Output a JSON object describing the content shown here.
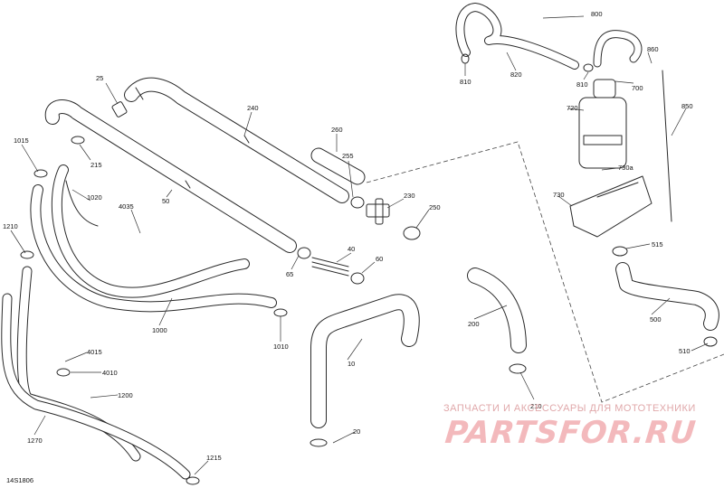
{
  "sheet_id": "14S1806",
  "watermark": {
    "tagline": "ЗАПЧАСТИ И АКСЕССУАРЫ ДЛЯ МОТОТЕХНИКИ",
    "logo": "PARTSFOR.RU"
  },
  "callouts": [
    {
      "id": "25",
      "label": "25"
    },
    {
      "id": "240",
      "label": "240"
    },
    {
      "id": "260",
      "label": "260"
    },
    {
      "id": "1015",
      "label": "1015"
    },
    {
      "id": "215",
      "label": "215"
    },
    {
      "id": "255",
      "label": "255"
    },
    {
      "id": "230",
      "label": "230"
    },
    {
      "id": "1020",
      "label": "1020"
    },
    {
      "id": "4035",
      "label": "4035"
    },
    {
      "id": "50",
      "label": "50"
    },
    {
      "id": "250",
      "label": "250"
    },
    {
      "id": "1210",
      "label": "1210"
    },
    {
      "id": "40",
      "label": "40"
    },
    {
      "id": "65",
      "label": "65"
    },
    {
      "id": "60",
      "label": "60"
    },
    {
      "id": "1000",
      "label": "1000"
    },
    {
      "id": "1010",
      "label": "1010"
    },
    {
      "id": "4015",
      "label": "4015"
    },
    {
      "id": "4010",
      "label": "4010"
    },
    {
      "id": "10",
      "label": "10"
    },
    {
      "id": "1200",
      "label": "1200"
    },
    {
      "id": "1270",
      "label": "1270"
    },
    {
      "id": "1215",
      "label": "1215"
    },
    {
      "id": "20",
      "label": "20"
    },
    {
      "id": "800",
      "label": "800"
    },
    {
      "id": "820",
      "label": "820"
    },
    {
      "id": "810a",
      "label": "810"
    },
    {
      "id": "810b",
      "label": "810"
    },
    {
      "id": "860",
      "label": "860"
    },
    {
      "id": "700",
      "label": "700"
    },
    {
      "id": "720",
      "label": "720"
    },
    {
      "id": "850",
      "label": "850"
    },
    {
      "id": "730a",
      "label": "730a"
    },
    {
      "id": "730",
      "label": "730"
    },
    {
      "id": "515",
      "label": "515"
    },
    {
      "id": "200",
      "label": "200"
    },
    {
      "id": "500",
      "label": "500"
    },
    {
      "id": "510",
      "label": "510"
    },
    {
      "id": "210",
      "label": "210"
    }
  ]
}
